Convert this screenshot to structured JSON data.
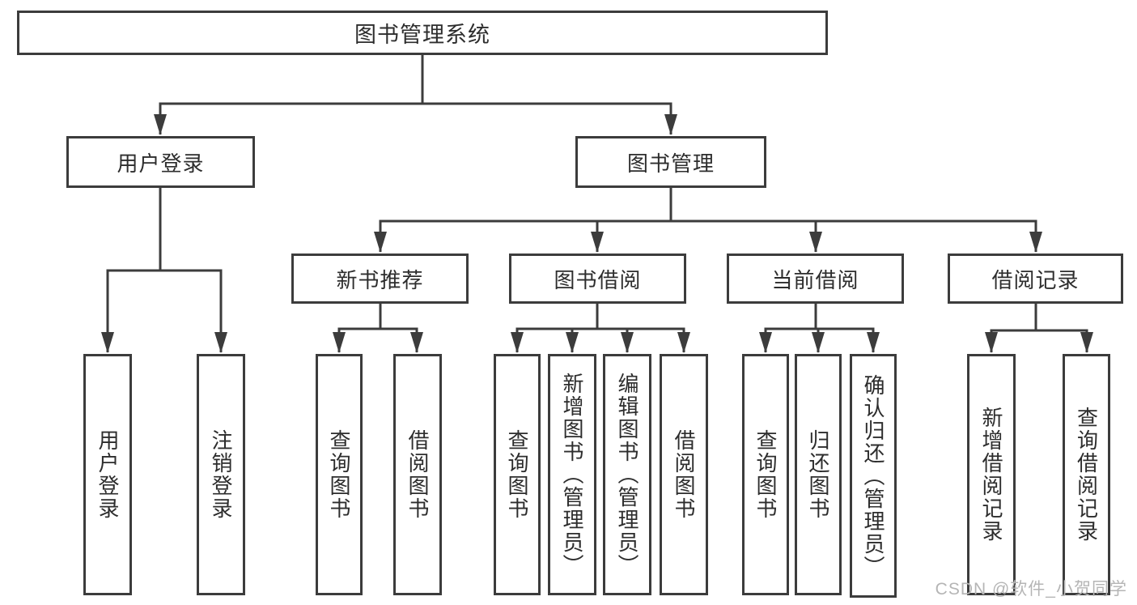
{
  "tree": {
    "label": "图书管理系统",
    "children": [
      {
        "label": "用户登录",
        "children": [
          {
            "label": "用户登录"
          },
          {
            "label": "注销登录"
          }
        ]
      },
      {
        "label": "图书管理",
        "children": [
          {
            "label": "新书推荐",
            "children": [
              {
                "label": "查询图书"
              },
              {
                "label": "借阅图书"
              }
            ]
          },
          {
            "label": "图书借阅",
            "children": [
              {
                "label": "查询图书"
              },
              {
                "label": "新增图书（管理员）"
              },
              {
                "label": "编辑图书（管理员）"
              },
              {
                "label": "借阅图书"
              }
            ]
          },
          {
            "label": "当前借阅",
            "children": [
              {
                "label": "查询图书"
              },
              {
                "label": "归还图书"
              },
              {
                "label": "确认归还（管理员）"
              }
            ]
          },
          {
            "label": "借阅记录",
            "children": [
              {
                "label": "新增借阅记录"
              },
              {
                "label": "查询借阅记录"
              }
            ]
          }
        ]
      }
    ]
  },
  "watermark": "CSDN @软件_小贺同学",
  "colors": {
    "line": "#3c3c3c",
    "text": "#2d2d2d",
    "watermark": "#b5b5b5",
    "background": "#ffffff"
  }
}
